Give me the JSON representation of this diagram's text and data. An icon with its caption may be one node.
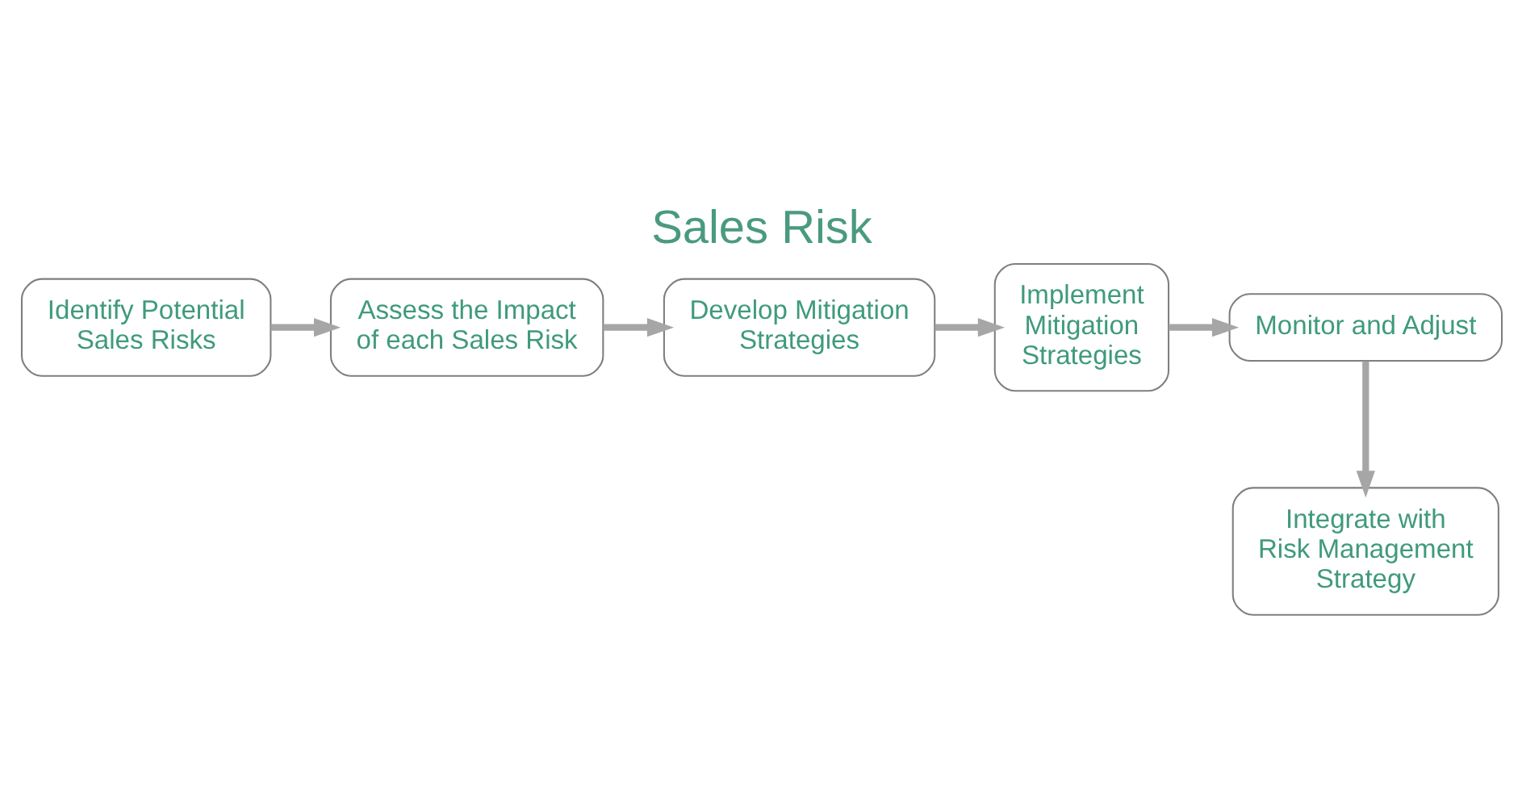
{
  "diagram": {
    "title": "Sales Risk",
    "nodes": [
      {
        "text": [
          "Identify Potential Sales Risks"
        ]
      },
      {
        "text": [
          "Assess the Impact of each Sales Risk"
        ]
      },
      {
        "text": [
          "Develop Mitigation Strategies"
        ]
      },
      {
        "text": [
          "Implement Mitigation Strategies"
        ]
      },
      {
        "text": [
          "Monitor and Adjust"
        ]
      },
      {
        "text": [
          "Integrate with Risk Management Strategy"
        ]
      }
    ],
    "edges": [
      {
        "from": 0,
        "to": 1,
        "arrow": "to"
      },
      {
        "from": 1,
        "to": 2,
        "arrow": "to"
      },
      {
        "from": 2,
        "to": 3,
        "arrow": "to"
      },
      {
        "from": 3,
        "to": 4,
        "arrow": "to"
      },
      {
        "from": 4,
        "to": 5,
        "arrow": "to"
      }
    ]
  }
}
